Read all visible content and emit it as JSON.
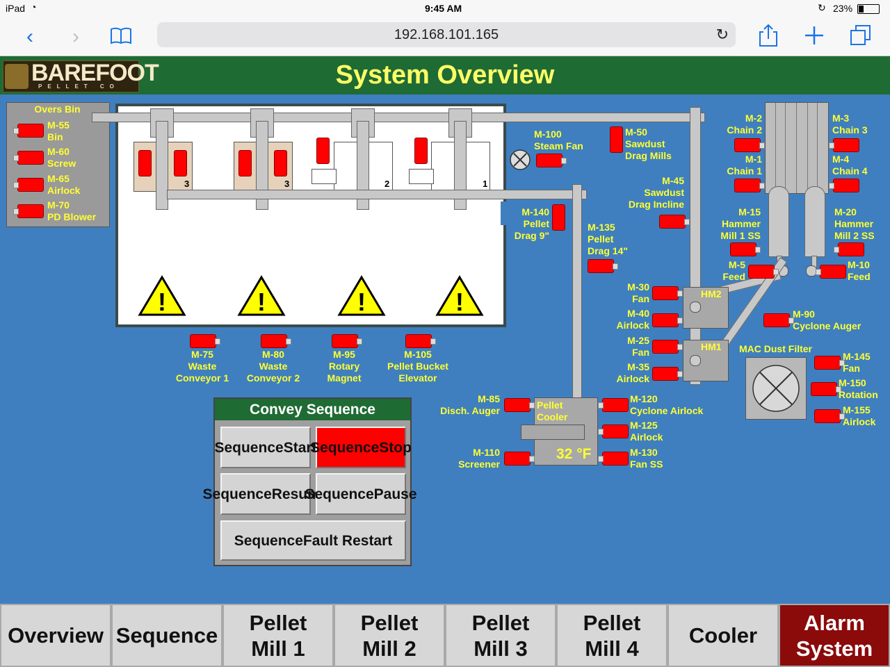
{
  "status": {
    "device": "iPad",
    "time": "9:45 AM",
    "battery": "23%"
  },
  "browser": {
    "url": "192.168.101.165"
  },
  "header": {
    "title": "System Overview",
    "logo_text": "BAREFOOT",
    "logo_sub": "PELLET CO"
  },
  "overs_bin": {
    "title": "Overs Bin",
    "motors": [
      {
        "id": "M-55",
        "desc": "Bin"
      },
      {
        "id": "M-60",
        "desc": "Screw"
      },
      {
        "id": "M-65",
        "desc": "Airlock"
      },
      {
        "id": "M-70",
        "desc": "PD Blower"
      }
    ]
  },
  "mill_numbers": [
    "3",
    "3",
    "2",
    "1"
  ],
  "conveyors": [
    {
      "id": "M-75",
      "desc1": "Waste",
      "desc2": "Conveyor 1"
    },
    {
      "id": "M-80",
      "desc1": "Waste",
      "desc2": "Conveyor 2"
    },
    {
      "id": "M-95",
      "desc1": "Rotary",
      "desc2": "Magnet"
    },
    {
      "id": "M-105",
      "desc1": "Pellet Bucket",
      "desc2": "Elevator"
    }
  ],
  "motors": {
    "m100": {
      "id": "M-100",
      "desc": "Steam Fan"
    },
    "m50": {
      "id": "M-50",
      "desc1": "Sawdust",
      "desc2": "Drag Mills"
    },
    "m45": {
      "id": "M-45",
      "desc1": "Sawdust",
      "desc2": "Drag Incline"
    },
    "m140": {
      "id": "M-140",
      "desc1": "Pellet",
      "desc2": "Drag 9\""
    },
    "m135": {
      "id": "M-135",
      "desc1": "Pellet",
      "desc2": "Drag 14\""
    },
    "m2": {
      "id": "M-2",
      "desc": "Chain 2"
    },
    "m3": {
      "id": "M-3",
      "desc": "Chain 3"
    },
    "m1": {
      "id": "M-1",
      "desc": "Chain 1"
    },
    "m4": {
      "id": "M-4",
      "desc": "Chain 4"
    },
    "m15": {
      "id": "M-15",
      "desc1": "Hammer",
      "desc2": "Mill 1 SS"
    },
    "m20": {
      "id": "M-20",
      "desc1": "Hammer",
      "desc2": "Mill 2 SS"
    },
    "m5": {
      "id": "M-5",
      "desc": "Feed"
    },
    "m10": {
      "id": "M-10",
      "desc": "Feed"
    },
    "m30": {
      "id": "M-30",
      "desc": "Fan"
    },
    "m40": {
      "id": "M-40",
      "desc": "Airlock"
    },
    "m25": {
      "id": "M-25",
      "desc": "Fan"
    },
    "m35": {
      "id": "M-35",
      "desc": "Airlock"
    },
    "m90": {
      "id": "M-90",
      "desc": "Cyclone Auger"
    },
    "m145": {
      "id": "M-145",
      "desc": "Fan"
    },
    "m150": {
      "id": "M-150",
      "desc": "Rotation"
    },
    "m155": {
      "id": "M-155",
      "desc": "Airlock"
    },
    "m85": {
      "id": "M-85",
      "desc": "Disch. Auger"
    },
    "m110": {
      "id": "M-110",
      "desc": "Screener"
    },
    "m120": {
      "id": "M-120",
      "desc": "Cyclone Airlock"
    },
    "m125": {
      "id": "M-125",
      "desc": "Airlock"
    },
    "m130": {
      "id": "M-130",
      "desc": "Fan SS"
    }
  },
  "hm2_label": "HM2",
  "hm1_label": "HM1",
  "mac_dust_filter": "MAC Dust Filter",
  "cooler": {
    "label1": "Pellet",
    "label2": "Cooler",
    "temp": "32 °F"
  },
  "convey": {
    "title": "Convey Sequence",
    "start": [
      "Sequence",
      "Start"
    ],
    "stop": [
      "Sequence",
      "Stop"
    ],
    "resume": [
      "Sequence",
      "Resume"
    ],
    "pause": [
      "Sequence",
      "Pause"
    ],
    "fault": [
      "Sequence",
      "Fault Restart"
    ]
  },
  "nav": {
    "overview": "Overview",
    "sequence": "Sequence",
    "pm1": [
      "Pellet",
      "Mill 1"
    ],
    "pm2": [
      "Pellet",
      "Mill 2"
    ],
    "pm3": [
      "Pellet",
      "Mill 3"
    ],
    "pm4": [
      "Pellet",
      "Mill 4"
    ],
    "cooler": "Cooler",
    "alarm": [
      "Alarm",
      "System"
    ]
  },
  "colors": {
    "background": "#3f7fbf",
    "header": "#1f6b34",
    "title_text": "#ffff66",
    "label_text": "#ffff33",
    "motor_running": "#ff0000",
    "alarm_tab": "#8b0a0a"
  }
}
